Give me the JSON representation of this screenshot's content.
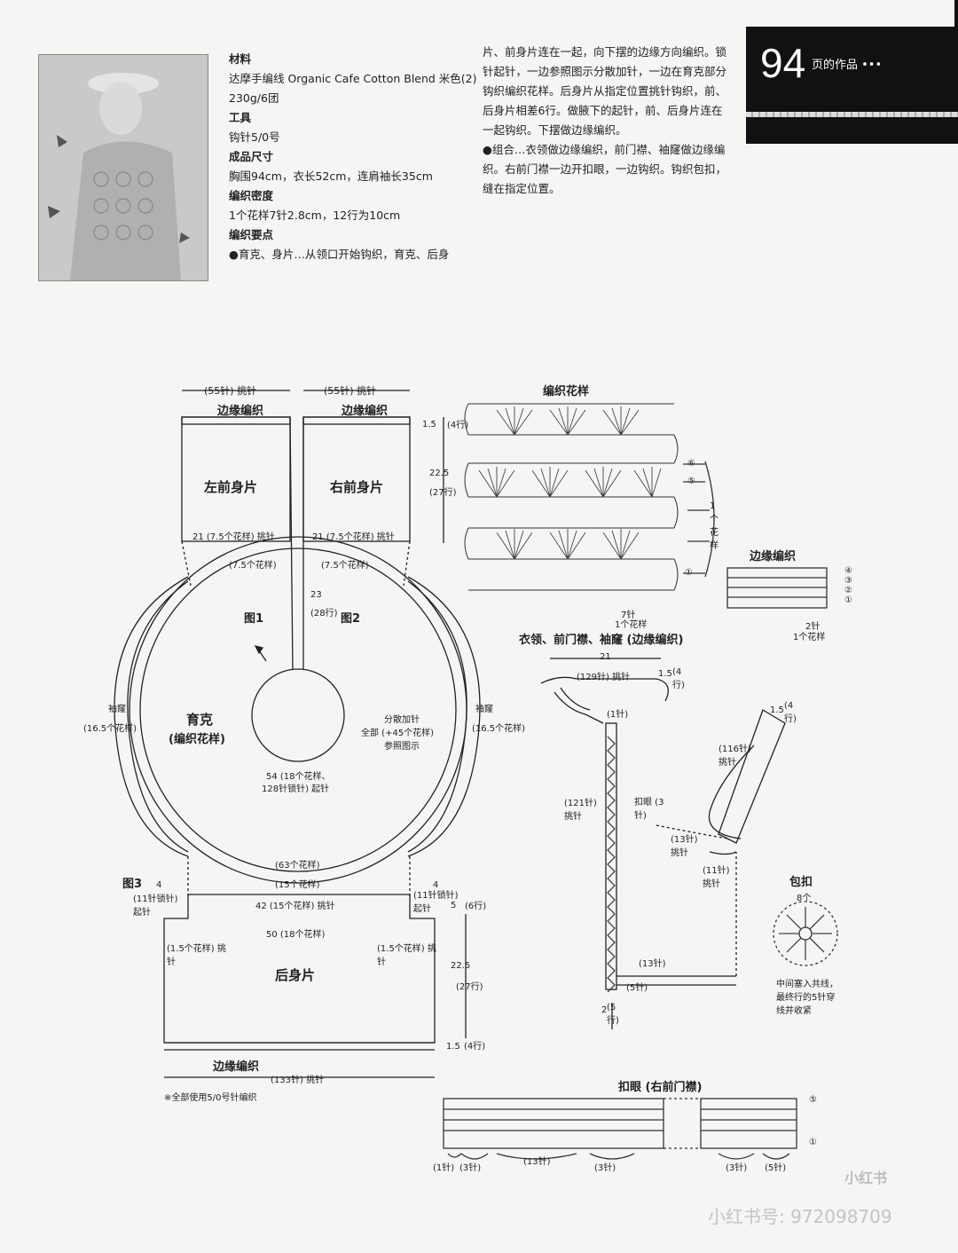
{
  "header": {
    "page_number": "94",
    "page_label": "页的作品 •••"
  },
  "info": {
    "materials_title": "材料",
    "materials_text": "达摩手编线 Organic Cafe Cotton Blend 米色(2) 230g/6团",
    "tools_title": "工具",
    "tools_text": "钩针5/0号",
    "size_title": "成品尺寸",
    "size_text": "胸围94cm，衣长52cm，连肩袖长35cm",
    "gauge_title": "编织密度",
    "gauge_text": "1个花样7针2.8cm，12行为10cm",
    "points_title": "编织要点",
    "points_text": "●育克、身片…从领口开始钩织，育克、后身"
  },
  "notes": {
    "p1": "片、前身片连在一起，向下摆的边缘方向编织。锁针起针，一边参照图示分散加针，一边在育克部分钩织编织花样。后身片从指定位置挑针钩织，前、后身片相差6行。做腋下的起针，前、后身片连在一起钩织。下摆做边缘编织。",
    "p2": "●组合…衣领做边缘编织，前门襟、袖窿做边缘编织。右前门襟一边开扣眼，一边钩织。钩织包扣，缝在指定位置。"
  },
  "fig1": {
    "top_left": "(55针) 挑针",
    "top_right": "(55针) 挑针",
    "edge_left": "边缘编织",
    "edge_right": "边缘编织",
    "left_front": "左前身片",
    "right_front": "右前身片",
    "pick_left": "21 (7.5个花样) 挑针",
    "pick_right": "21 (7.5个花样) 挑针",
    "rep_left": "(7.5个花样)",
    "rep_right": "(7.5个花样)",
    "dim_15": "1.5",
    "dim_15_rows": "(4行)",
    "dim_225": "22.5",
    "dim_225_rows": "(27行)",
    "dim_23": "23",
    "dim_23_rows": "(28行)",
    "fig1_label": "图1",
    "fig2_label": "图2",
    "yoke": "育克",
    "yoke_sub": "(编织花样)",
    "sleeve_left": "袖窿",
    "sleeve_right": "袖窿",
    "sleeve_val": "(16.5个花样)",
    "increase": "分散加针",
    "increase2": "全部 (+45个花样)",
    "increase3": "参照图示",
    "start": "54 (18个花样、",
    "start2": "128针锁针) 起针",
    "rep63": "(63个花样)",
    "rep15": "(15个花样)"
  },
  "fig3": {
    "label": "图3",
    "left_4": "4",
    "left_ch": "(11针锁针) 起针",
    "right_4": "4",
    "right_ch": "(11针锁针) 起针",
    "pick42": "42 (15个花样) 挑针",
    "pick50": "50 (18个花样)",
    "side_left": "(1.5个花样) 挑针",
    "side_right": "(1.5个花样) 挑针",
    "back": "后身片",
    "edge": "边缘编织",
    "bottom": "(133针) 挑针",
    "dim5": "5",
    "dim5_rows": "(6行)",
    "dim225": "22.5",
    "dim225_rows": "(27行)",
    "dim15": "1.5",
    "dim15_rows": "(4行)",
    "note": "※全部使用5/0号针编织"
  },
  "pattern": {
    "title": "编织花样",
    "repeat": "1个花样",
    "bottom": "7针",
    "bottom2": "1个花样",
    "rows": [
      "⑥",
      "⑤",
      "①"
    ]
  },
  "edging": {
    "title": "边缘编织",
    "rows": [
      "④",
      "③",
      "②",
      "①"
    ],
    "bottom": "2针",
    "bottom2": "1个花样"
  },
  "collar": {
    "title": "衣领、前门襟、袖窿 (边缘编织)",
    "dim21": "21",
    "pick129": "(129针) 挑针",
    "dim15": "1.5",
    "dim15_rows": "(4行)",
    "one_st": "(1针)",
    "pick116": "(116针) 挑针",
    "pick121": "(121针) 挑针",
    "buttonhole": "扣眼 (3针)",
    "pick13": "(13针) 挑针",
    "pick11": "(11针) 挑针",
    "st13": "(13针)",
    "st5": "(5针)",
    "dim2": "2",
    "dim2_rows": "(5行)",
    "dim15b": "1.5",
    "dim15b_rows": "(4行)"
  },
  "button": {
    "title": "包扣",
    "count": "8个",
    "note": "中间塞入共线，最终行的5针穿线并收紧"
  },
  "buttonhole_chart": {
    "title": "扣眼 (右前门襟)",
    "labels": [
      "(1针)",
      "(3针)",
      "(13针)",
      "(3针)",
      "(3针)",
      "(5针)"
    ],
    "rows": [
      "⑤",
      "①"
    ]
  },
  "watermark": {
    "logo": "小红书",
    "id": "小红书号: 972098709"
  }
}
